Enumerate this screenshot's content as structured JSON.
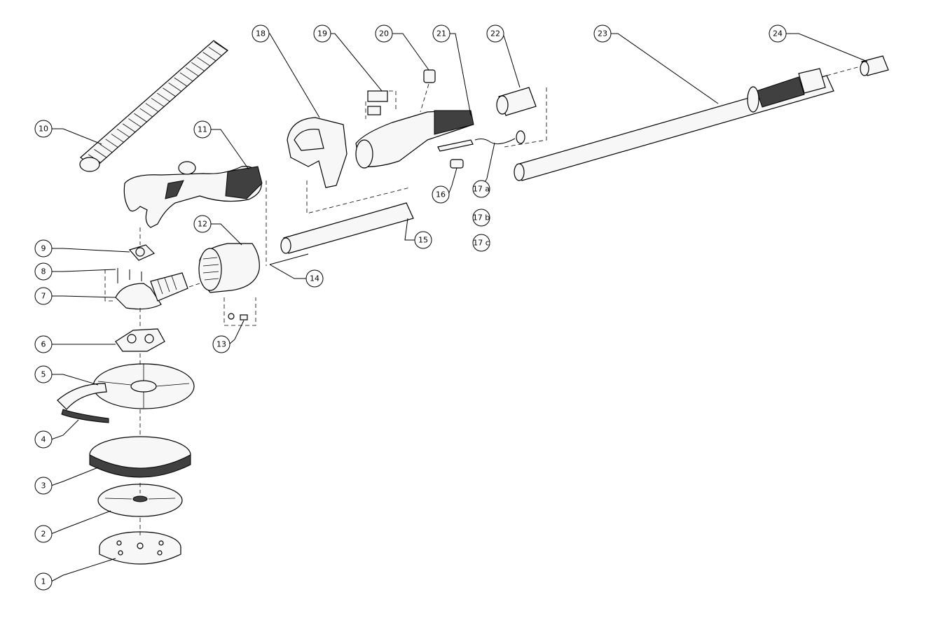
{
  "callouts": [
    {
      "label": "1"
    },
    {
      "label": "2"
    },
    {
      "label": "3"
    },
    {
      "label": "4"
    },
    {
      "label": "5"
    },
    {
      "label": "6"
    },
    {
      "label": "7"
    },
    {
      "label": "8"
    },
    {
      "label": "9"
    },
    {
      "label": "10"
    },
    {
      "label": "11"
    },
    {
      "label": "12"
    },
    {
      "label": "13"
    },
    {
      "label": "14"
    },
    {
      "label": "15"
    },
    {
      "label": "16"
    },
    {
      "label": "17 a"
    },
    {
      "label": "17 b"
    },
    {
      "label": "17 c"
    },
    {
      "label": "18"
    },
    {
      "label": "19"
    },
    {
      "label": "20"
    },
    {
      "label": "21"
    },
    {
      "label": "22"
    },
    {
      "label": "23"
    },
    {
      "label": "24"
    }
  ],
  "colors": {
    "line": "#000000",
    "background": "#ffffff",
    "rubber": "#404040"
  }
}
